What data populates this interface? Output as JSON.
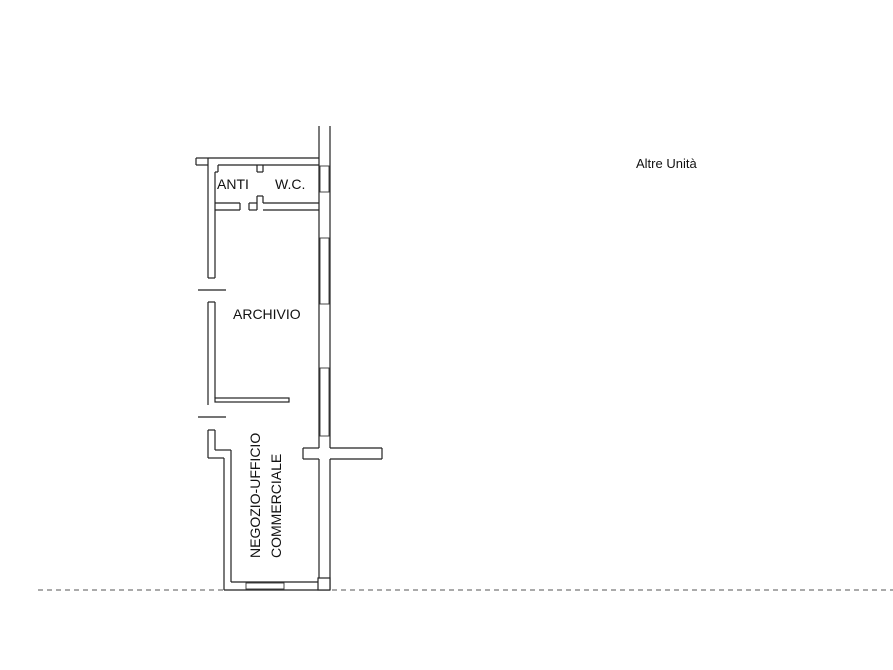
{
  "rooms": {
    "anti": "ANTI",
    "wc": "W.C.",
    "archivio": "ARCHIVIO",
    "negozio_line1": "NEGOZIO-UFFICIO",
    "negozio_line2": "COMMERCIALE"
  },
  "other_units": "Altre Unità",
  "colors": {
    "wall": "#222222",
    "background": "#ffffff",
    "boundary": "#555555"
  }
}
